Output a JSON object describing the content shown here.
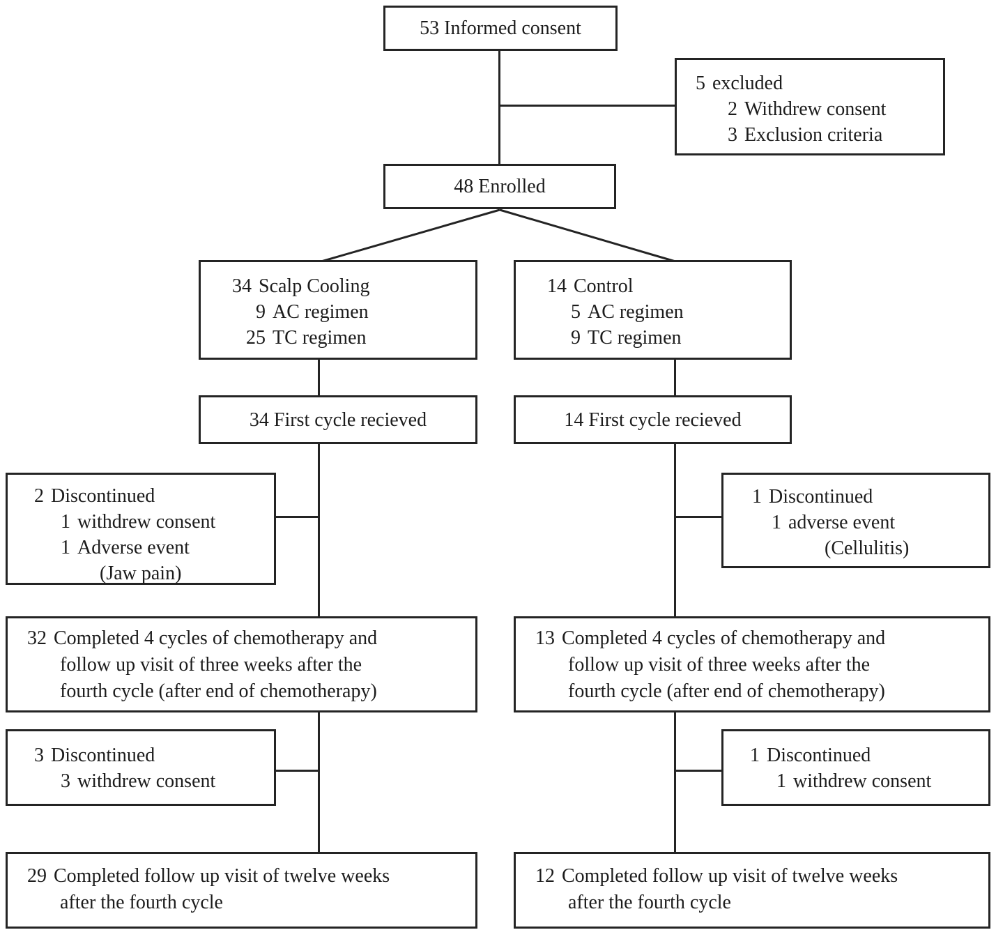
{
  "colors": {
    "line": "#242424",
    "text": "#1c1c1c",
    "background": "#ffffff"
  },
  "boxes": {
    "informed_consent": {
      "text": "53 Informed consent"
    },
    "excluded": {
      "lines": [
        {
          "num": "5",
          "text": "excluded"
        },
        {
          "num": "2",
          "text": "Withdrew consent"
        },
        {
          "num": "3",
          "text": "Exclusion criteria"
        }
      ]
    },
    "enrolled": {
      "text": "48 Enrolled"
    },
    "scalp_cooling": {
      "lines": [
        {
          "num": "34",
          "text": "Scalp Cooling"
        },
        {
          "num": "9",
          "text": "AC regimen"
        },
        {
          "num": "25",
          "text": "TC regimen"
        }
      ]
    },
    "control": {
      "lines": [
        {
          "num": "14",
          "text": "Control"
        },
        {
          "num": "5",
          "text": "AC regimen"
        },
        {
          "num": "9",
          "text": "TC regimen"
        }
      ]
    },
    "first_cycle_scalp": {
      "text": "34 First cycle recieved"
    },
    "first_cycle_control": {
      "text": "14 First cycle recieved"
    },
    "discontinued_scalp_1": {
      "lines": [
        {
          "num": "2",
          "text": "Discontinued"
        },
        {
          "num": "1",
          "text": "withdrew consent"
        },
        {
          "num": "1",
          "text": "Adverse event"
        },
        {
          "text": "(Jaw pain)"
        }
      ]
    },
    "discontinued_control_1": {
      "lines": [
        {
          "num": "1",
          "text": "Discontinued"
        },
        {
          "num": "1",
          "text": "adverse event"
        },
        {
          "text": "(Cellulitis)"
        }
      ]
    },
    "completed_chemo_scalp": {
      "lines": [
        {
          "num": "32",
          "text": "Completed 4 cycles of chemotherapy and"
        },
        {
          "text": "follow up visit of three weeks after the"
        },
        {
          "text": "fourth cycle (after end of chemotherapy)"
        }
      ]
    },
    "completed_chemo_control": {
      "lines": [
        {
          "num": "13",
          "text": "Completed 4 cycles of chemotherapy and"
        },
        {
          "text": "follow up visit of three weeks after the"
        },
        {
          "text": "fourth cycle (after end of chemotherapy)"
        }
      ]
    },
    "discontinued_scalp_2": {
      "lines": [
        {
          "num": "3",
          "text": "Discontinued"
        },
        {
          "num": "3",
          "text": "withdrew consent"
        }
      ]
    },
    "discontinued_control_2": {
      "lines": [
        {
          "num": "1",
          "text": "Discontinued"
        },
        {
          "num": "1",
          "text": "withdrew consent"
        }
      ]
    },
    "completed_followup_scalp": {
      "lines": [
        {
          "num": "29",
          "text": "Completed follow up visit of twelve weeks"
        },
        {
          "text": "after the fourth cycle"
        }
      ]
    },
    "completed_followup_control": {
      "lines": [
        {
          "num": "12",
          "text": "Completed follow up visit of twelve weeks"
        },
        {
          "text": "after the fourth cycle"
        }
      ]
    }
  }
}
